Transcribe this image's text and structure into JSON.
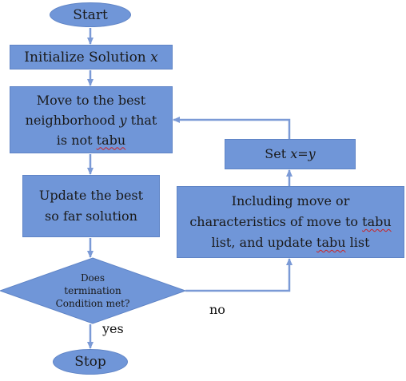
{
  "colors": {
    "box_fill": "#7096d8",
    "box_border": "#5f84c6",
    "arrow": "#7b9ad6",
    "text": "#1a1a1a"
  },
  "nodes": {
    "start": {
      "text": "Start"
    },
    "initialize": {
      "text": "Initialize Solution",
      "var": "x"
    },
    "move": {
      "line1": "Move to the best",
      "line2_text": "neighborhood",
      "line2_var": "y",
      "line2_suffix": "that",
      "line3_pre": "is not",
      "line3_tabu": "tabu"
    },
    "update": {
      "line1": "Update the best",
      "line2": "so far solution"
    },
    "decision": {
      "line1": "Does",
      "line2": "termination",
      "line3": "Condition met?"
    },
    "stop": {
      "text": "Stop"
    },
    "set_x": {
      "label": "Set",
      "expression": "x=y"
    },
    "include": {
      "line1": "Including move or",
      "line2_pre": "characteristics of move to",
      "line2_tabu": "tabu",
      "line3_pre": "list, and update",
      "line3_tabu": "tabu",
      "line3_post": "list"
    }
  },
  "edge_labels": {
    "yes": "yes",
    "no": "no"
  }
}
